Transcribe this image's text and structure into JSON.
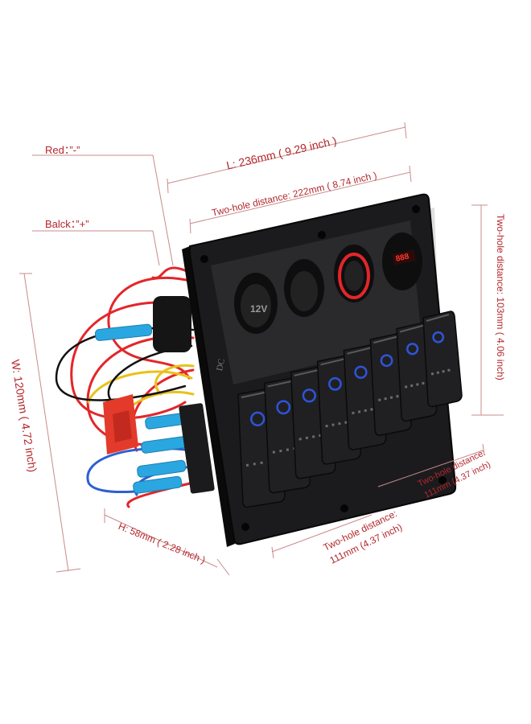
{
  "labels": {
    "red_wire": "Red：”-”",
    "black_wire": "Balck：”+”",
    "length": "L: 236mm ( 9.29 inch )",
    "two_hole_top": "Two-hole distance: 222mm ( 8.74 inch )",
    "two_hole_right": "Two-hole distance: 103mm ( 4.06 inch)",
    "width": "W: 120mm ( 4.72 inch)",
    "height": "H: 58mm ( 2.28 inch )",
    "two_hole_bottom_left": "Two-hole distance:",
    "two_hole_bottom_left_value": "111mm (4.37 inch)",
    "two_hole_bottom_right": "Two-hole distance:",
    "two_hole_bottom_right_value": "111mm (4.37 inch)"
  },
  "panel": {
    "socket_label": "12V",
    "voltmeter_digits": "888",
    "logo": "DC",
    "switch_count": 8
  },
  "colors": {
    "label_red": "#b3262b",
    "panel_black": "#1b1b1d",
    "switch_blue": "#2f54d8",
    "wire_red": "#e3262a",
    "wire_yellow": "#e8c21a",
    "wire_blue": "#2d5fd2",
    "terminal_blue": "#2aa7e0"
  }
}
